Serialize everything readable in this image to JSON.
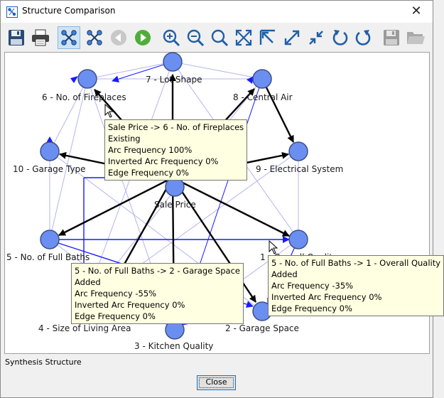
{
  "window": {
    "title": "Structure Comparison",
    "close_glyph": "✕"
  },
  "toolbar": {
    "buttons": [
      {
        "name": "save-icon",
        "active": false,
        "enabled": true
      },
      {
        "name": "print-icon",
        "active": false,
        "enabled": true
      },
      {
        "name": "pick-mode-icon",
        "active": true,
        "enabled": true
      },
      {
        "name": "transform-mode-icon",
        "active": false,
        "enabled": true
      },
      {
        "name": "back-icon",
        "active": false,
        "enabled": false
      },
      {
        "name": "play-icon",
        "active": false,
        "enabled": true
      },
      {
        "name": "zoom-in-icon",
        "active": false,
        "enabled": true
      },
      {
        "name": "zoom-out-icon",
        "active": false,
        "enabled": true
      },
      {
        "name": "zoom-fit-icon",
        "active": false,
        "enabled": true
      },
      {
        "name": "expand-icon",
        "active": false,
        "enabled": true
      },
      {
        "name": "arrow-top-left-icon",
        "active": false,
        "enabled": true
      },
      {
        "name": "enlarge-icon",
        "active": false,
        "enabled": true
      },
      {
        "name": "shrink-icon",
        "active": false,
        "enabled": true
      },
      {
        "name": "rotate-left-icon",
        "active": false,
        "enabled": true
      },
      {
        "name": "rotate-right-icon",
        "active": false,
        "enabled": true
      },
      {
        "name": "save-layout-icon",
        "active": false,
        "enabled": false
      },
      {
        "name": "open-folder-icon",
        "active": false,
        "enabled": false
      }
    ]
  },
  "graph": {
    "nodes": [
      {
        "id": "sale",
        "label": "Sale Price"
      },
      {
        "id": "n7",
        "label": "7 - Lot Shape"
      },
      {
        "id": "n6",
        "label": "6 - No. of Fireplaces"
      },
      {
        "id": "n8",
        "label": "8 - Central Air"
      },
      {
        "id": "n10",
        "label": "10 - Garage Type"
      },
      {
        "id": "n9",
        "label": "9 - Electrical System"
      },
      {
        "id": "n5",
        "label": "5 - No. of Full Baths"
      },
      {
        "id": "n1",
        "label": "1 - Overall Quality"
      },
      {
        "id": "n4",
        "label": "4 - Size of Living Area"
      },
      {
        "id": "n3",
        "label": "3 - Kitchen Quality"
      },
      {
        "id": "n2",
        "label": "2 - Garage Space"
      }
    ],
    "colors": {
      "node_fill": "#6b8ff0",
      "node_stroke": "#3d4f8a",
      "edge_strong": "#000000",
      "edge_added": "#1a1aff",
      "edge_weak": "#b4b4f0"
    }
  },
  "tooltips": [
    {
      "name": "tooltip-sale-to-fireplaces",
      "lines": [
        "Sale Price -> 6 - No. of Fireplaces",
        "Existing",
        "Arc Frequency 100%",
        "Inverted Arc Frequency 0%",
        "Edge Frequency 0%"
      ]
    },
    {
      "name": "tooltip-baths-to-garage-space",
      "lines": [
        "5 - No. of Full Baths -> 2 - Garage Space",
        "Added",
        "Arc Frequency -55%",
        "Inverted Arc Frequency 0%",
        "Edge Frequency 0%"
      ]
    },
    {
      "name": "tooltip-baths-to-overall-quality",
      "lines": [
        "5 - No. of Full Baths -> 1 - Overall Quality",
        "Added",
        "Arc Frequency -35%",
        "Inverted Arc Frequency 0%",
        "Edge Frequency 0%"
      ]
    }
  ],
  "status": {
    "label": "Synthesis Structure"
  },
  "footer": {
    "close_label": "Close"
  }
}
